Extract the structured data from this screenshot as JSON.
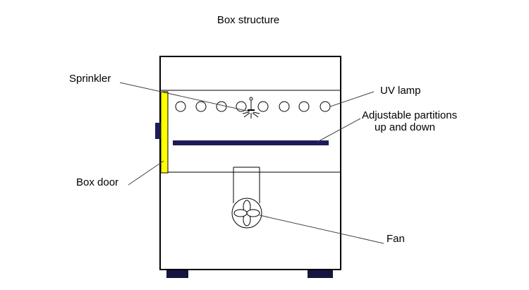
{
  "title": "Box structure",
  "labels": {
    "sprinkler": "Sprinkler",
    "uv_lamp": "UV lamp",
    "partitions_line1": "Adjustable partitions",
    "partitions_line2": "up and down",
    "box_door": "Box door",
    "fan": "Fan"
  },
  "colors": {
    "outline": "#000000",
    "door": "#ffff00",
    "partition": "#1c1c5c",
    "feet": "#15153f",
    "handle": "#1c1c5c",
    "leader": "#444444"
  },
  "icons": {
    "sprinkler": "sprinkler-icon",
    "uv_lamp": "uv-lamp-icon",
    "fan": "fan-icon"
  }
}
